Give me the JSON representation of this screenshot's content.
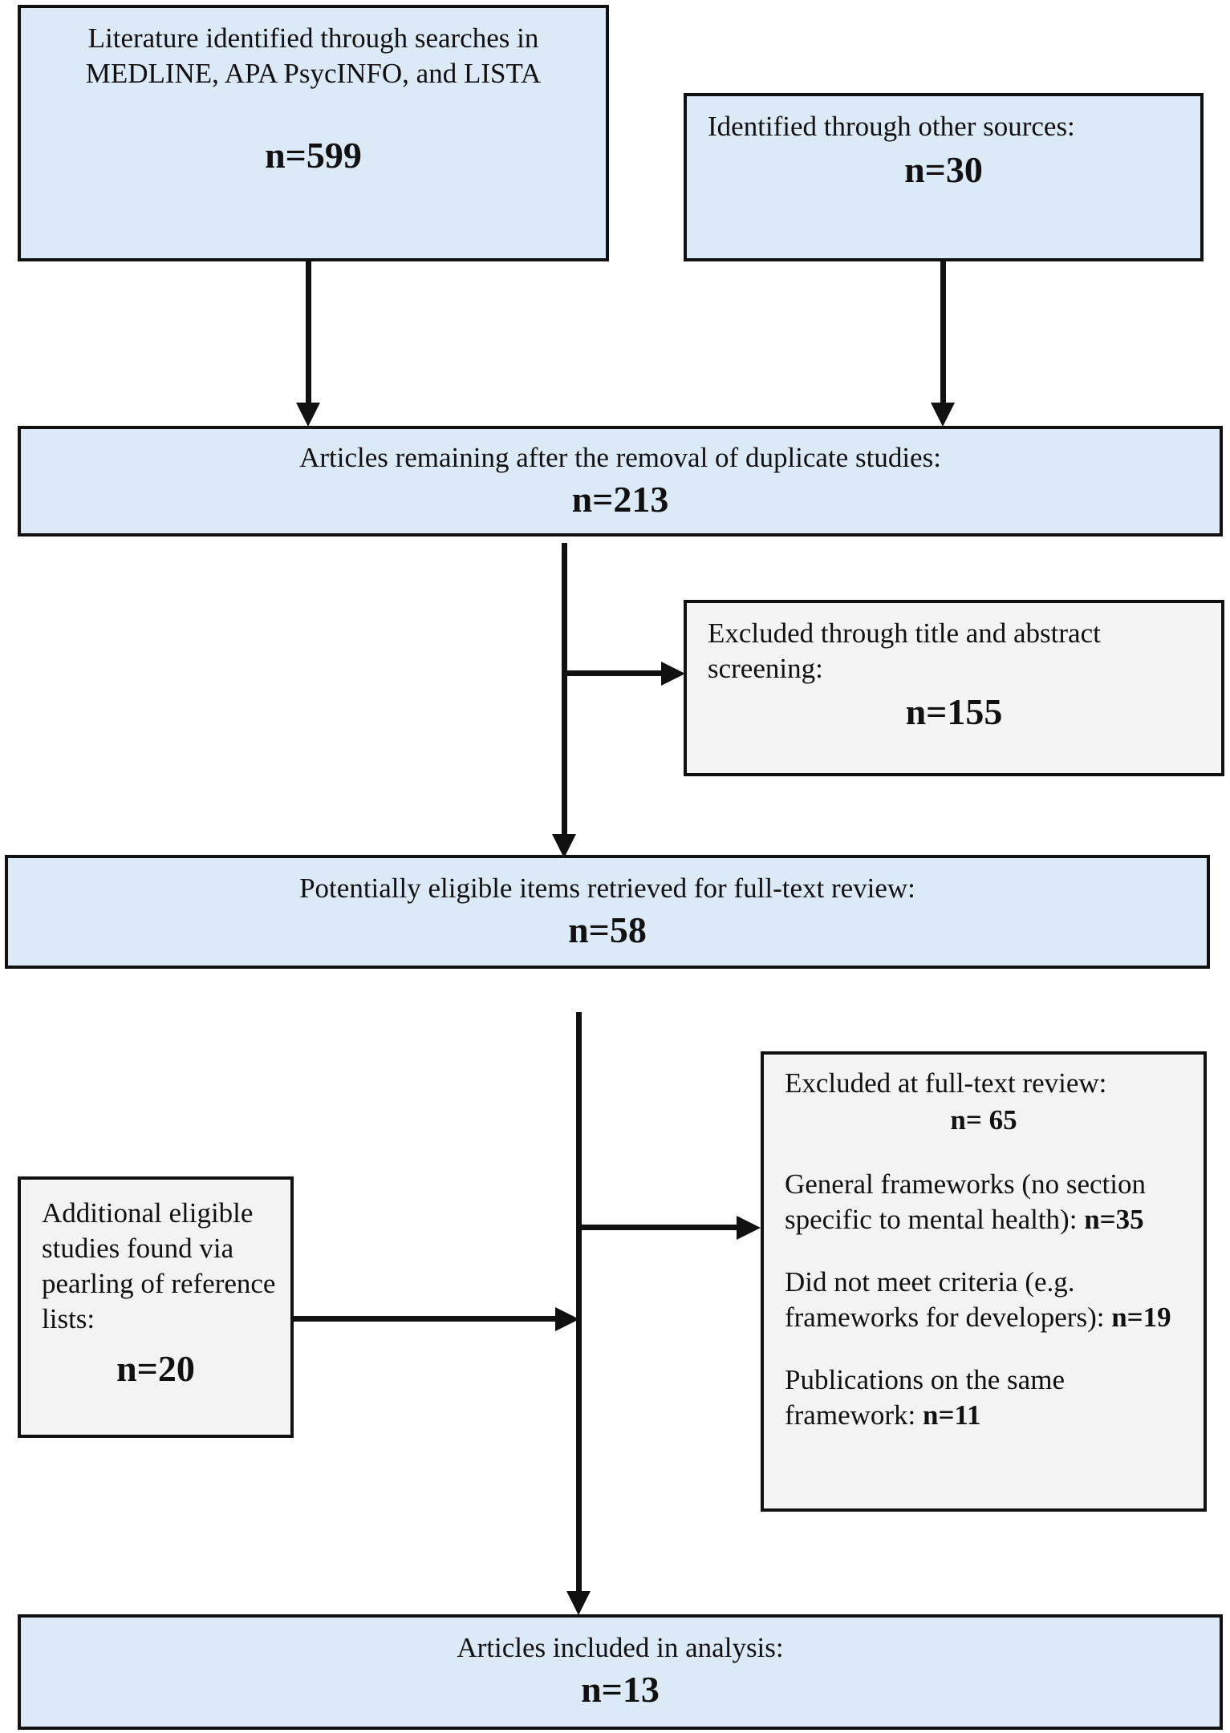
{
  "boxes": {
    "search": {
      "label": "Literature identified through searches in MEDLINE, APA PsycINFO, and LISTA",
      "count": "n=599"
    },
    "other": {
      "label": "Identified through other sources:",
      "count": "n=30"
    },
    "dedup": {
      "label": "Articles remaining after the removal of duplicate studies:",
      "count": "n=213"
    },
    "excluded_screening": {
      "label": "Excluded through title and abstract screening:",
      "count": "n=155"
    },
    "fulltext": {
      "label": "Potentially eligible items retrieved for full-text review:",
      "count": "n=58"
    },
    "excluded_fulltext": {
      "label": "Excluded at full-text review:",
      "count": "n= 65",
      "reasons": [
        {
          "text": "General frameworks (no section specific to mental health):",
          "count": "n=35"
        },
        {
          "text": "Did not meet criteria (e.g. frameworks for developers):",
          "count": "n=19"
        },
        {
          "text": "Publications on the same framework:",
          "count": "n=11"
        }
      ]
    },
    "pearling": {
      "label": "Additional eligible studies found via pearling of reference lists:",
      "count": "n=20"
    },
    "included": {
      "label": "Articles included in analysis:",
      "count": "n=13"
    }
  },
  "colors": {
    "main_box": "#dce9f6",
    "side_box": "#f3f3f3",
    "stroke": "#111111"
  }
}
